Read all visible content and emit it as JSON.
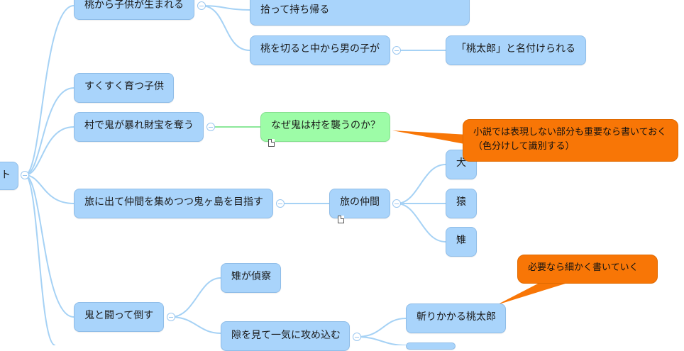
{
  "nodes": {
    "root": "ト",
    "peach_child_born": "桃から子供が生まれる",
    "pick_and_bring": "拾って持ち帰る",
    "cut_peach_boy": "桃を切ると中から男の子が",
    "named_momotaro": "「桃太郎」と名付けられる",
    "grows_fast": "すくすく育つ子供",
    "ogres_rampage": "村で鬼が暴れ財宝を奪う",
    "why_ogres_attack": "なぜ鬼は村を襲うのか？",
    "journey": "旅に出て仲間を集めつつ鬼ヶ島を目指す",
    "companions": "旅の仲間",
    "dog": "犬",
    "monkey": "猿",
    "pheasant": "雉",
    "defeat_ogres": "鬼と闘って倒す",
    "pheasant_scout": "雉が偵察",
    "seize_chance": "隙を見て一気に攻め込む",
    "momotaro_slashes": "斬りかかる桃太郎"
  },
  "callouts": {
    "note_novel": "小説では表現しない部分も重要なら書いておく（色分けして識別する）",
    "note_detail": "必要なら細かく書いていく"
  },
  "colors": {
    "node": "#a9d4fb",
    "node_highlight": "#9dfca7",
    "callout": "#f87606",
    "link": "#a6d2f5",
    "link_highlight": "#8ce89a"
  },
  "icons": [
    "collapse-toggle-icon",
    "note-document-icon"
  ]
}
